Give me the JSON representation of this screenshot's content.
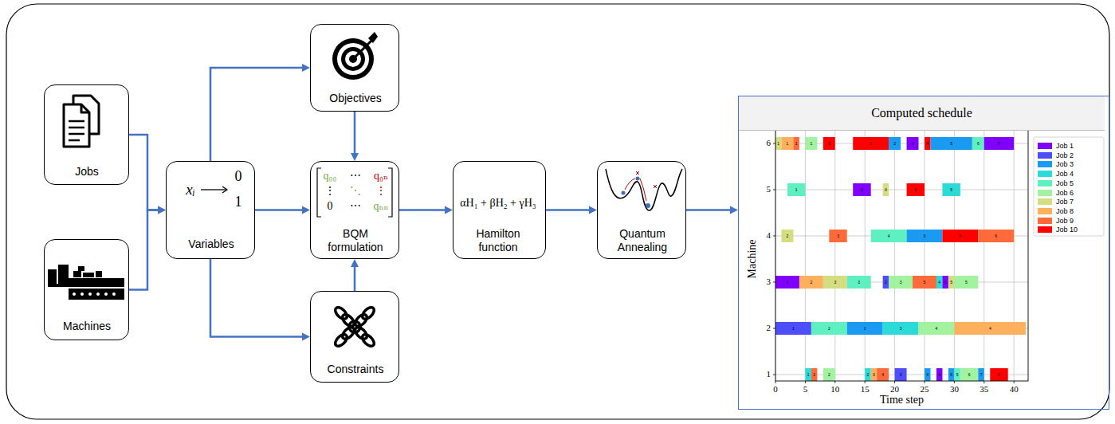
{
  "diagram": {
    "nodes": [
      {
        "text": [
          "Jobs"
        ]
      },
      {
        "text": [
          "Machines"
        ]
      },
      {
        "text": [
          "xᵢ",
          "0",
          "1",
          "Variables"
        ]
      },
      {
        "text": [
          "Objectives"
        ]
      },
      {
        "text": [
          "q₀₀",
          "⋯",
          "q₀ₙ",
          "⋮",
          "⋱",
          "⋮",
          "0",
          "⋯",
          "qₙₙ",
          "BQM formulation"
        ]
      },
      {
        "text": [
          "Constraints"
        ]
      },
      {
        "text": [
          "αH₁ + βH₂ + γH₃",
          "Hamilton function"
        ]
      },
      {
        "text": [
          "Quantum Annealing"
        ]
      },
      {
        "text": [
          "Computed schedule"
        ]
      }
    ],
    "edges": [
      {
        "from": 0,
        "to": 2,
        "arrow": "to"
      },
      {
        "from": 1,
        "to": 2,
        "arrow": "to"
      },
      {
        "from": 2,
        "to": 3,
        "arrow": "to"
      },
      {
        "from": 2,
        "to": 4,
        "arrow": "to"
      },
      {
        "from": 2,
        "to": 5,
        "arrow": "to"
      },
      {
        "from": 3,
        "to": 4,
        "arrow": "to"
      },
      {
        "from": 5,
        "to": 4,
        "arrow": "to"
      },
      {
        "from": 4,
        "to": 6,
        "arrow": "to"
      },
      {
        "from": 6,
        "to": 7,
        "arrow": "to"
      },
      {
        "from": 7,
        "to": 8,
        "arrow": "to"
      }
    ],
    "labels": [
      "0",
      "5",
      "10",
      "15",
      "20",
      "25",
      "30",
      "35",
      "40",
      "1",
      "2",
      "3",
      "4",
      "5",
      "6",
      "Machine",
      "Time step",
      "1",
      "1",
      "1",
      "1",
      "1",
      "2",
      "2",
      "3",
      "4",
      "5",
      "6",
      "6",
      "1",
      "2",
      "4",
      "3",
      "5",
      "2",
      "3",
      "4",
      "3",
      "5",
      "6",
      "1",
      "2",
      "3",
      "3",
      "2",
      "3",
      "5",
      "4",
      "5",
      "5",
      "5",
      "1",
      "2",
      "1",
      "3",
      "4",
      "4",
      "1",
      "2",
      "2",
      "2",
      "3",
      "4",
      "3",
      "4",
      "4",
      "6",
      "5",
      "6",
      "7",
      "6"
    ],
    "legend": [
      {
        "text": "Job 1",
        "color": "#8000ff"
      },
      {
        "text": "Job 2",
        "color": "#4d4df9"
      },
      {
        "text": "Job 3",
        "color": "#1a9af0"
      },
      {
        "text": "Job 4",
        "color": "#2adbd8"
      },
      {
        "text": "Job 5",
        "color": "#5ef0c0"
      },
      {
        "text": "Job 6",
        "color": "#a3f2a0"
      },
      {
        "text": "Job 7",
        "color": "#d4dd80"
      },
      {
        "text": "Job 8",
        "color": "#ffb05c"
      },
      {
        "text": "Job 9",
        "color": "#ff6a3a"
      },
      {
        "text": "Job 10",
        "color": "#ff0000"
      }
    ]
  }
}
